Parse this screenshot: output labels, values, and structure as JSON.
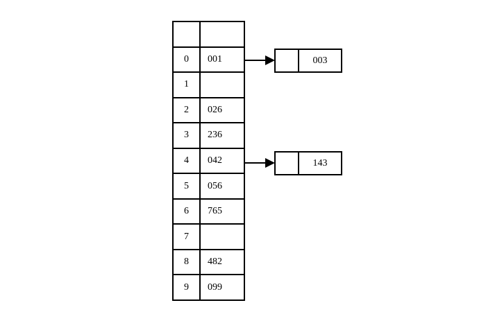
{
  "diagram": {
    "title": "hash-table-with-chaining",
    "colors": {
      "line": "#000000",
      "background": "#ffffff",
      "text": "#000000"
    }
  },
  "hash_table": {
    "header_row": {
      "index": "",
      "value": ""
    },
    "rows": [
      {
        "index": "0",
        "value": "001"
      },
      {
        "index": "1",
        "value": ""
      },
      {
        "index": "2",
        "value": "026"
      },
      {
        "index": "3",
        "value": "236"
      },
      {
        "index": "4",
        "value": "042"
      },
      {
        "index": "5",
        "value": "056"
      },
      {
        "index": "6",
        "value": "765"
      },
      {
        "index": "7",
        "value": ""
      },
      {
        "index": "8",
        "value": "482"
      },
      {
        "index": "9",
        "value": "099"
      }
    ]
  },
  "chain_nodes": [
    {
      "from_index": "0",
      "pointer": "",
      "value": "003"
    },
    {
      "from_index": "4",
      "pointer": "",
      "value": "143"
    }
  ],
  "arrows": [
    {
      "name": "arrow-from-row-0",
      "from_index": "0"
    },
    {
      "name": "arrow-from-row-4",
      "from_index": "4"
    }
  ]
}
